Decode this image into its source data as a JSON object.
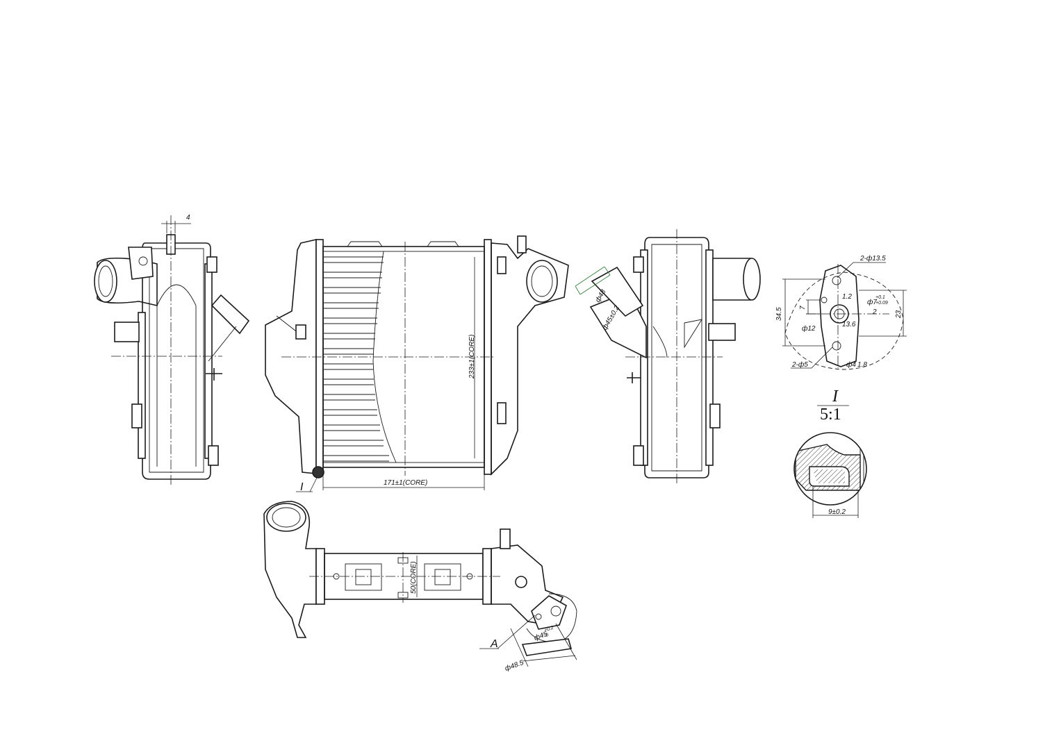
{
  "dimensions": {
    "left_top_width": "4",
    "core_width": "171±1(CORE)",
    "core_height": "233±1(CORE)",
    "core_depth": "50(CORE)",
    "hose_dia": "ф48",
    "inlet_dia": "ф45±0.2",
    "outlet_dia": "ф48.5",
    "bottom_bore": "ф45",
    "bottom_bore_tol_up": "+0.2",
    "bottom_bore_tol_dn": "0",
    "flange_holes_large": "2-ф13.5",
    "flange_holes_small": "2-ф5",
    "flange_height": "34.5",
    "flange_h2": "23",
    "flange_h3": "7",
    "dia_12": "ф12",
    "dia_7": "ф7",
    "dia_7_tol_up": "+0.1",
    "dia_7_tol_dn": "+0.09",
    "dim_1_2": "1.2",
    "dim_2": "2",
    "dim_13_6": "13.6",
    "dia_4": "ф4",
    "dim_1_8": "1.8",
    "seal_width": "9±0.2"
  },
  "labels": {
    "detail_I": "I",
    "detail_A": "A",
    "detail_title": "I",
    "detail_scale": "5:1"
  }
}
